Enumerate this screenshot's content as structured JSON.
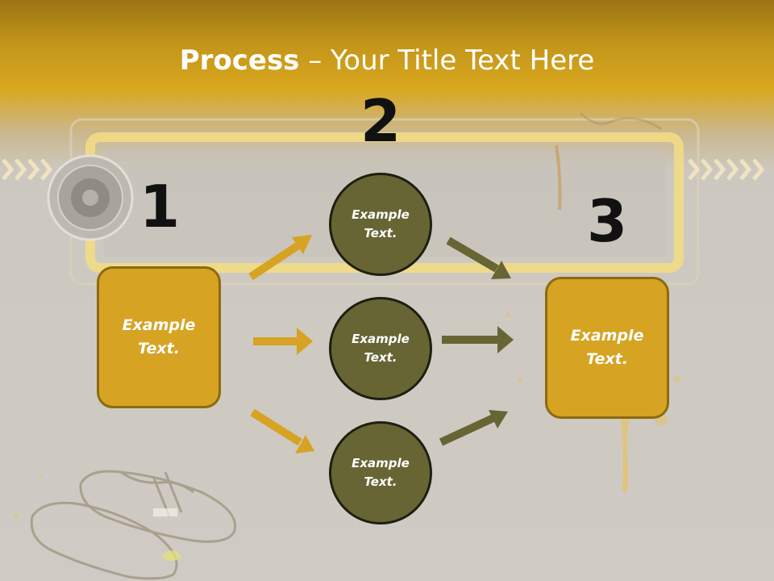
{
  "title": {
    "bold": "Process",
    "rest": " – Your Title Text Here"
  },
  "steps": {
    "one": {
      "number": "1",
      "text": "Example Text."
    },
    "two": {
      "number": "2"
    },
    "three": {
      "number": "3",
      "text": "Example Text."
    }
  },
  "circles": [
    {
      "text": "Example Text."
    },
    {
      "text": "Example Text."
    },
    {
      "text": "Example Text."
    }
  ],
  "colors": {
    "header_gold": "#d9a81f",
    "box_fill": "#d6a322",
    "circle_fill": "#676534",
    "arrow_gold": "#d6a322",
    "arrow_olive": "#676534"
  }
}
